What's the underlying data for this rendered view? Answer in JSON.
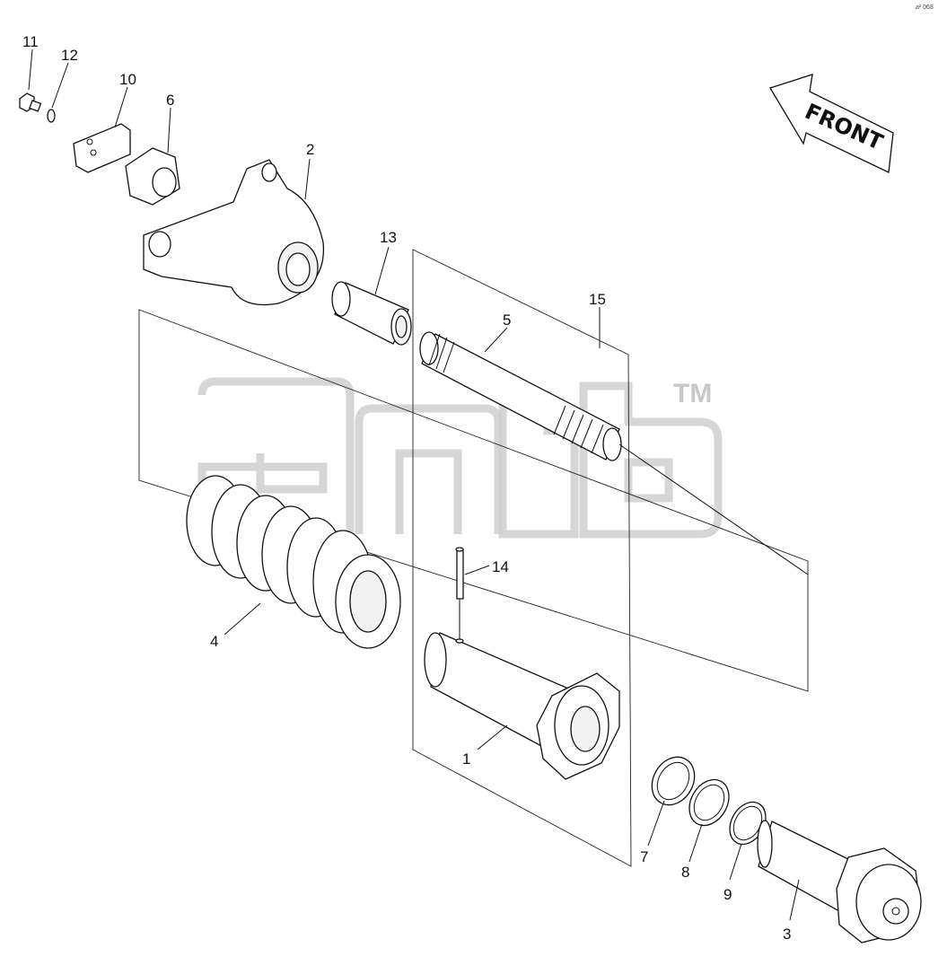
{
  "diagram": {
    "callouts": [
      "1",
      "2",
      "3",
      "4",
      "5",
      "6",
      "7",
      "8",
      "9",
      "10",
      "11",
      "12",
      "13",
      "14",
      "15"
    ],
    "direction_label": "FRONT",
    "watermark": {
      "trademark": "TM"
    },
    "corner_mark": "a² 068"
  },
  "colors": {
    "line": "#111111",
    "watermark": "#cfcfcf",
    "background": "#ffffff"
  }
}
